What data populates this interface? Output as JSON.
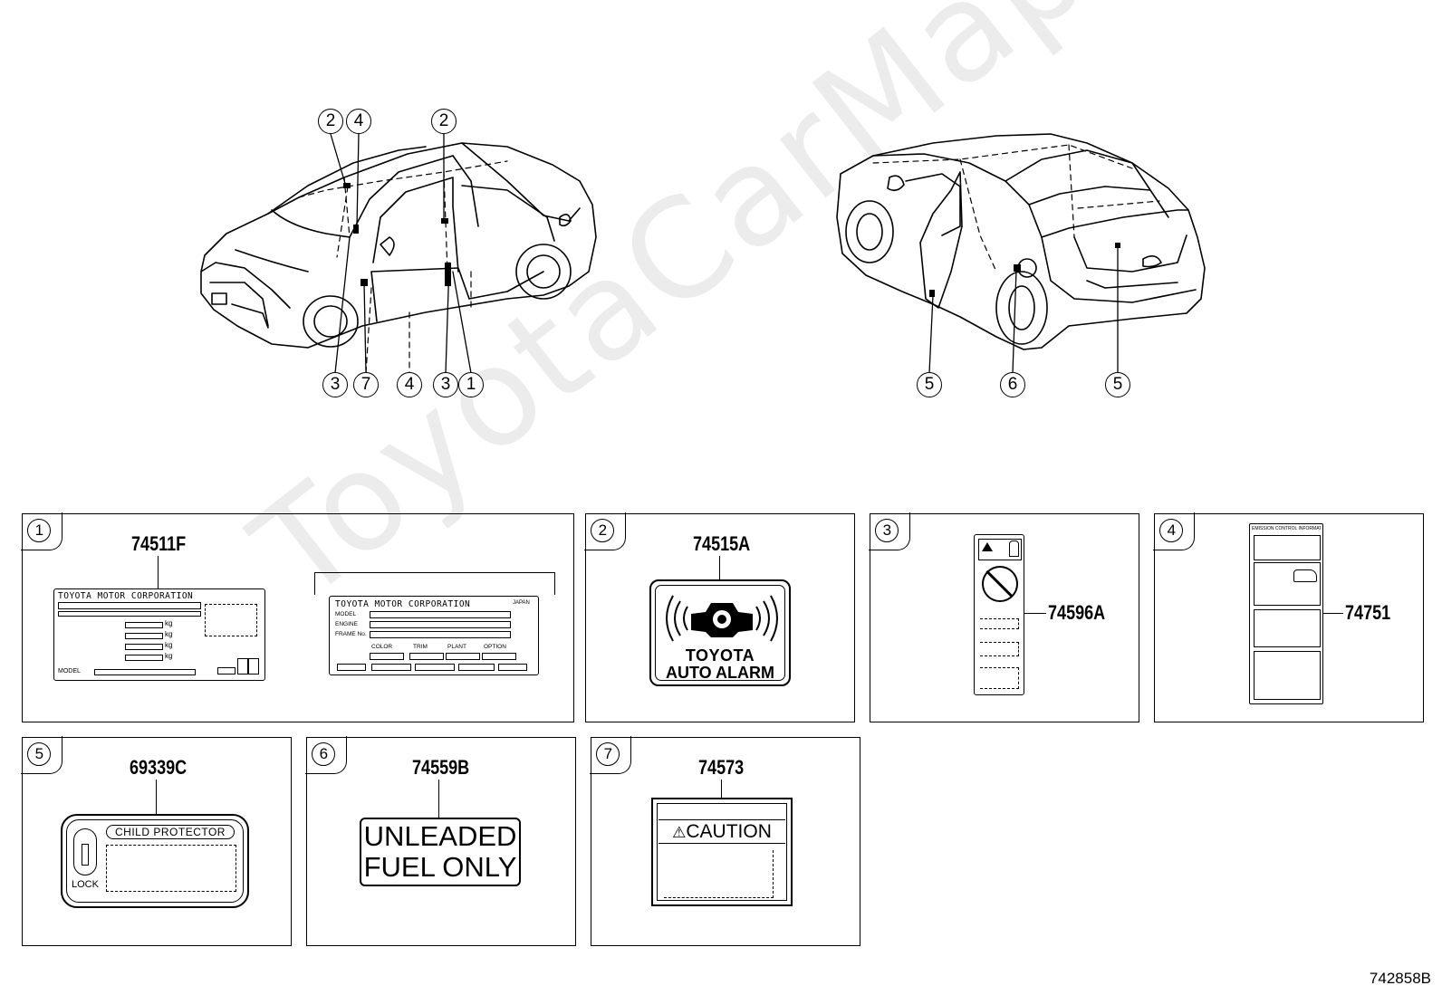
{
  "watermark": "ToyotaCarMap.ru",
  "diagram_id": "742858B",
  "callouts_front_top": [
    "2",
    "4",
    "2"
  ],
  "callouts_front_bottom": [
    "3",
    "7",
    "4",
    "3",
    "1"
  ],
  "callouts_rear_bottom": [
    "5",
    "6",
    "5"
  ],
  "panels": [
    {
      "num": "1",
      "part": "74511F"
    },
    {
      "num": "2",
      "part": "74515A"
    },
    {
      "num": "3",
      "part": "74596A"
    },
    {
      "num": "4",
      "part": "74751"
    },
    {
      "num": "5",
      "part": "69339C"
    },
    {
      "num": "6",
      "part": "74559B"
    },
    {
      "num": "7",
      "part": "74573"
    }
  ],
  "plate1": {
    "left_title": "TOYOTA MOTOR CORPORATION",
    "unit": "kg",
    "model_label": "MODEL",
    "right_title": "TOYOTA MOTOR CORPORATION",
    "country": "JAPAN",
    "rows": [
      "MODEL",
      "ENGINE",
      "FRAME No."
    ],
    "columns": [
      "COLOR",
      "TRIM",
      "PLANT",
      "OPTION"
    ]
  },
  "alarm": {
    "line1": "TOYOTA",
    "line2": "AUTO ALARM"
  },
  "emission_title": "EMISSION CONTROL INFORMATION",
  "child": {
    "title": "CHILD PROTECTOR",
    "lock": "LOCK"
  },
  "fuel": {
    "line1": "UNLEADED",
    "line2": "FUEL ONLY"
  },
  "caution": {
    "symbol": "⚠",
    "word": "CAUTION"
  }
}
